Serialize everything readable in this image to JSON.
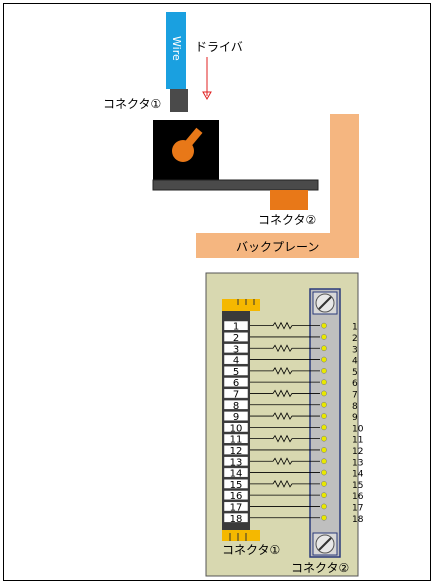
{
  "top_diagram": {
    "wire_label": "Wire",
    "driver_label": "ドライバ",
    "connector1_label": "コネクタ①",
    "connector2_label": "コネクタ②",
    "backplane_label": "バックプレーン"
  },
  "board": {
    "connector1_label": "コネクタ①",
    "connector2_label": "コネクタ②",
    "left_pins": [
      "1",
      "2",
      "3",
      "4",
      "5",
      "6",
      "7",
      "8",
      "9",
      "10",
      "11",
      "12",
      "13",
      "14",
      "15",
      "16",
      "17",
      "18"
    ],
    "right_pins": [
      "1",
      "2",
      "3",
      "4",
      "5",
      "6",
      "7",
      "8",
      "9",
      "10",
      "11",
      "12",
      "13",
      "14",
      "15",
      "16",
      "17",
      "18"
    ],
    "resistor_pins": [
      1,
      3,
      5,
      7,
      9,
      11,
      13,
      15
    ]
  },
  "colors": {
    "wire": "#1aa0e0",
    "backplane": "#f5b680",
    "connector2": "#e87818",
    "knob": "#e87818",
    "arrow": "#e02020",
    "board": "#d8d8b0",
    "terminal_strip": "#bfbfbf",
    "terminal_dot": "#e8e800",
    "orange_header": "#f5b800"
  }
}
